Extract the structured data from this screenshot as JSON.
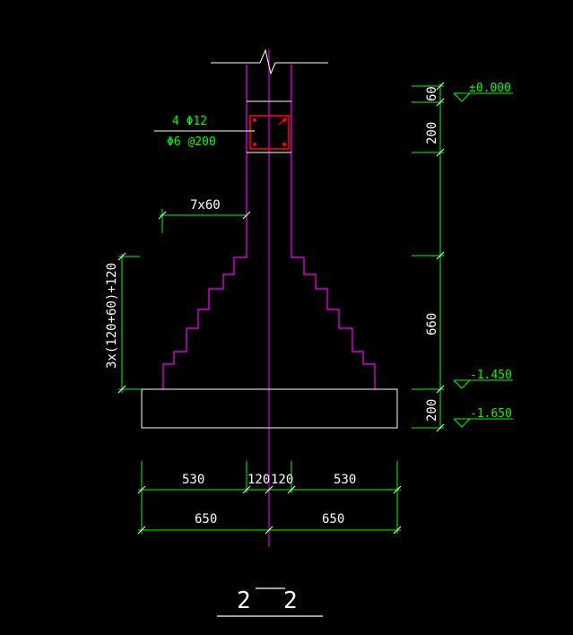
{
  "colors": {
    "background": "#000000",
    "outline": "#ff00ff",
    "dimension": "#00ff00",
    "centerline": "#ff00ff",
    "label": "#ffffff",
    "rebar": "#ff0000",
    "leader": "#ffffff"
  },
  "section_title": "2 2",
  "title_left": "2",
  "title_right": "2",
  "rebar": {
    "main": "4 Φ12",
    "stirrup": "Φ6 @200"
  },
  "step_width_label": "7x60",
  "step_height_label": "3x(120+60)+120",
  "elevations": {
    "top": "±0.000",
    "mid": "-1.450",
    "bottom": "-1.650"
  },
  "right_dims": {
    "d60": "60",
    "d200_top": "200",
    "d660": "660",
    "d200_bottom": "200"
  },
  "bottom_dims": {
    "row1": [
      "530",
      "120",
      "120",
      "530"
    ],
    "row2": [
      "650",
      "650"
    ]
  }
}
